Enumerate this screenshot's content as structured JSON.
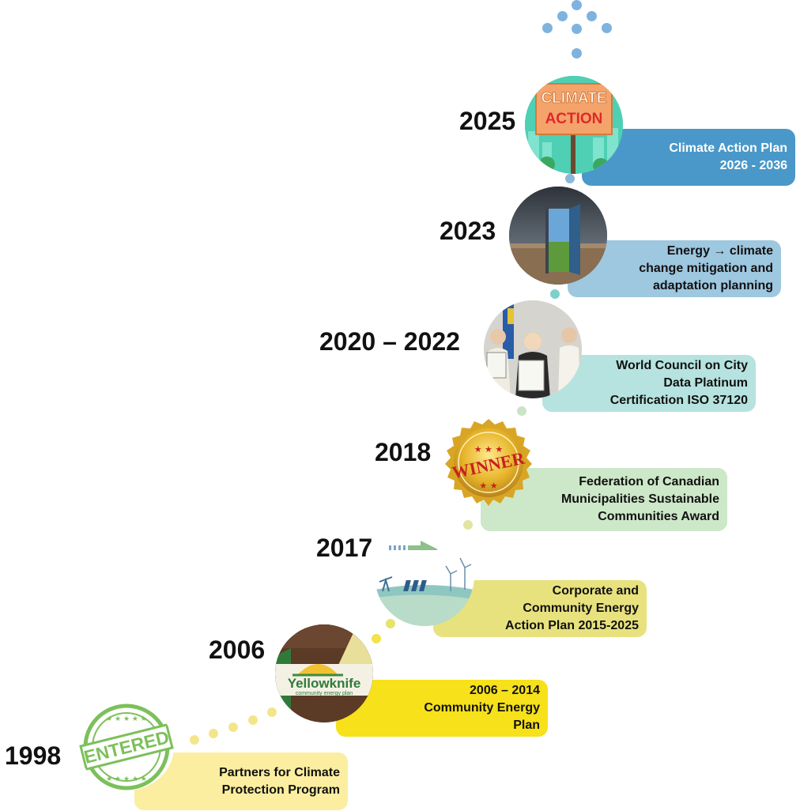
{
  "milestones": [
    {
      "year": "1998",
      "text": "Partners for Climate\nProtection Program",
      "badge": "ENTERED"
    },
    {
      "year": "2006",
      "text": "2006 – 2014\nCommunity Energy\nPlan",
      "badge": "Yellowknife",
      "badge_sub": "community energy plan"
    },
    {
      "year": "2017",
      "text": "Corporate and\nCommunity Energy\nAction Plan 2015-2025"
    },
    {
      "year": "2018",
      "text": "Federation of Canadian\nMunicipalities Sustainable\nCommunities Award",
      "badge": "WINNER"
    },
    {
      "year": "2020 – 2022",
      "text": "World Council on City\nData Platinum\nCertification ISO 37120"
    },
    {
      "year": "2023",
      "text": "Energy → climate\nchange mitigation and\nadaptation planning"
    },
    {
      "year": "2025",
      "text": "Climate Action Plan\n2026 - 2036",
      "badge": "CLIMATE",
      "badge2": "ACTION"
    }
  ],
  "colors": {
    "label_1998": "#fbeea0",
    "label_2006": "#f6e11a",
    "label_2017": "#e8e27e",
    "label_2018": "#cde8c8",
    "label_2022": "#b6e3df",
    "label_2023": "#9ec7e0",
    "label_2025": "#4a98c9",
    "dots_top": "#7fb3df"
  }
}
